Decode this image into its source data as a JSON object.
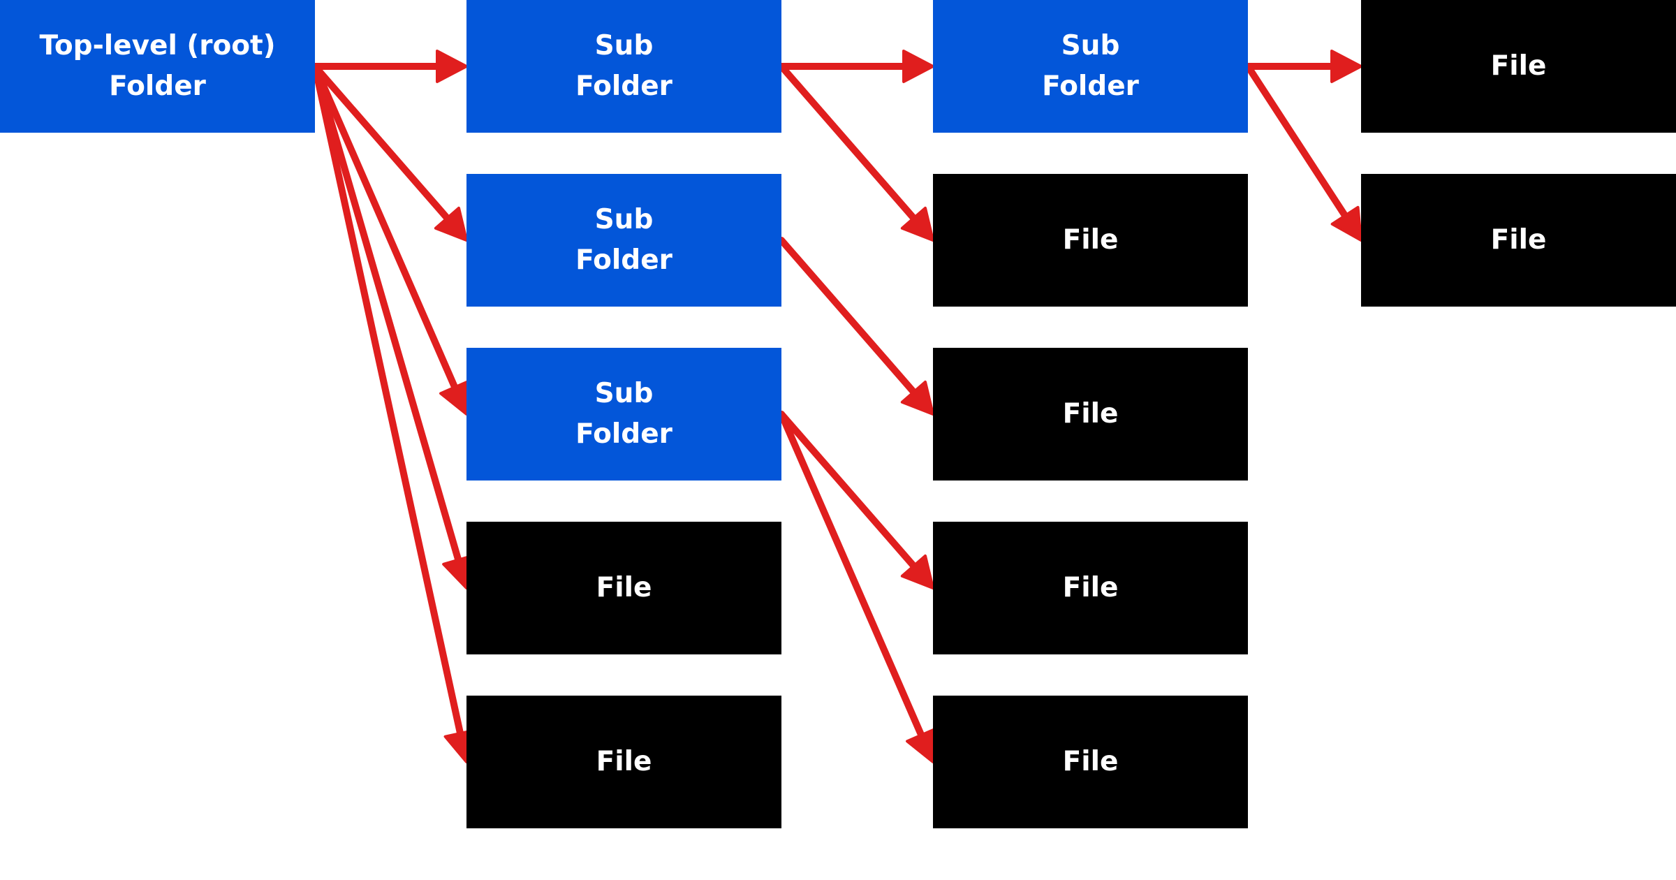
{
  "colors": {
    "folder": "#0356d9",
    "file": "#000000",
    "arrow": "#e01e1e",
    "text": "#ffffff",
    "background": "#ffffff"
  },
  "nodes": [
    {
      "id": "root",
      "kind": "folder",
      "label": "Top-level (root)\nFolder"
    },
    {
      "id": "sub_a",
      "kind": "folder",
      "label": "Sub\nFolder"
    },
    {
      "id": "sub_b",
      "kind": "folder",
      "label": "Sub\nFolder"
    },
    {
      "id": "sub_c",
      "kind": "folder",
      "label": "Sub\nFolder"
    },
    {
      "id": "file_1",
      "kind": "file",
      "label": "File"
    },
    {
      "id": "file_2",
      "kind": "file",
      "label": "File"
    },
    {
      "id": "sub_d",
      "kind": "folder",
      "label": "Sub\nFolder"
    },
    {
      "id": "file_3",
      "kind": "file",
      "label": "File"
    },
    {
      "id": "file_4",
      "kind": "file",
      "label": "File"
    },
    {
      "id": "file_5",
      "kind": "file",
      "label": "File"
    },
    {
      "id": "file_6",
      "kind": "file",
      "label": "File"
    },
    {
      "id": "file_7",
      "kind": "file",
      "label": "File"
    },
    {
      "id": "file_8",
      "kind": "file",
      "label": "File"
    }
  ],
  "edges": [
    {
      "from": "root",
      "to": "sub_a"
    },
    {
      "from": "root",
      "to": "sub_b"
    },
    {
      "from": "root",
      "to": "sub_c"
    },
    {
      "from": "root",
      "to": "file_1"
    },
    {
      "from": "root",
      "to": "file_2"
    },
    {
      "from": "sub_a",
      "to": "sub_d"
    },
    {
      "from": "sub_a",
      "to": "file_3"
    },
    {
      "from": "sub_b",
      "to": "file_4"
    },
    {
      "from": "sub_c",
      "to": "file_5"
    },
    {
      "from": "sub_c",
      "to": "file_6"
    },
    {
      "from": "sub_d",
      "to": "file_7"
    },
    {
      "from": "sub_d",
      "to": "file_8"
    }
  ]
}
